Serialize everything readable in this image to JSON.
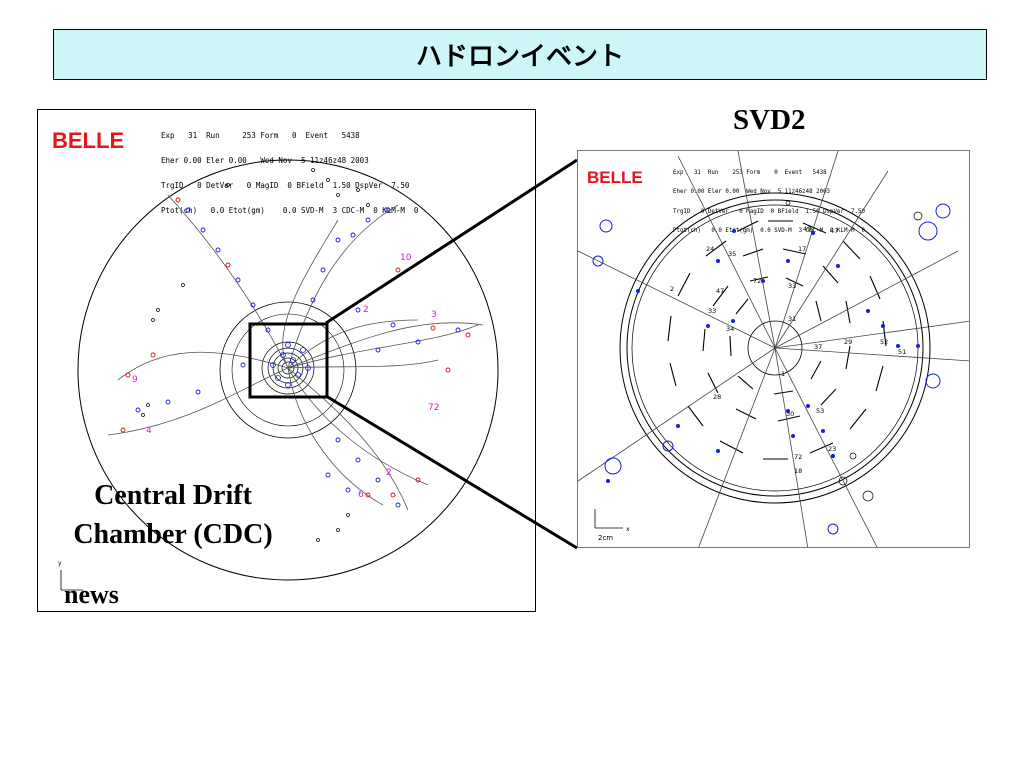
{
  "slide": {
    "title": "ハドロンイベント",
    "svd_label": "SVD2"
  },
  "left_display": {
    "brand": "BELLE",
    "info_lines": [
      "Exp   31  Run     253 Form   0  Event   5438",
      "Eher 0.00 Eler 0.00   Wed Nov  5 11z46z48 2003",
      "TrgID   0 DetVer   0 MagID  0 BField  1.50 DspVer  7.50",
      "Ptot(ch)   0.0 Etot(gm)    0.0 SVD-M  3 CDC-M  0 KLM-M  0"
    ],
    "cdc_label_line1": "Central Drift",
    "cdc_label_line2": "Chamber (CDC)",
    "axis_y": "y",
    "axis_label": "news",
    "hit_numbers": [
      "10",
      "3",
      "2",
      "9",
      "4",
      "72",
      "6",
      "2"
    ]
  },
  "right_display": {
    "brand": "BELLE",
    "info_lines": [
      "Exp   31  Run    253 Form    0  Event   5438",
      "Eher 0.00 Eler 0.00  Wed Nov  5 11z46z48 2003",
      "TrgID   0 DetVer   0 MagID  0 BField  1.50 DspVer  7.50",
      "Ptot(ch)   0.0 Etot(gm)  0.0 SVD-M  3 CDC-M  0 KLM-M  0"
    ],
    "scale_label": "2cm",
    "axis_x": "x",
    "track_numbers": [
      "49",
      "17",
      "47",
      "72",
      "33",
      "31",
      "37",
      "29",
      "52",
      "34",
      "47",
      "35",
      "33",
      "28",
      "30",
      "53",
      "72",
      "18",
      "23",
      "24",
      "2",
      "1",
      "51"
    ]
  },
  "colors": {
    "title_bg": "#ccf6f8",
    "belle_red": "#e8141a",
    "hit_blue": "#1020e0",
    "hit_red": "#e01010",
    "hit_magenta": "#d020d0"
  }
}
